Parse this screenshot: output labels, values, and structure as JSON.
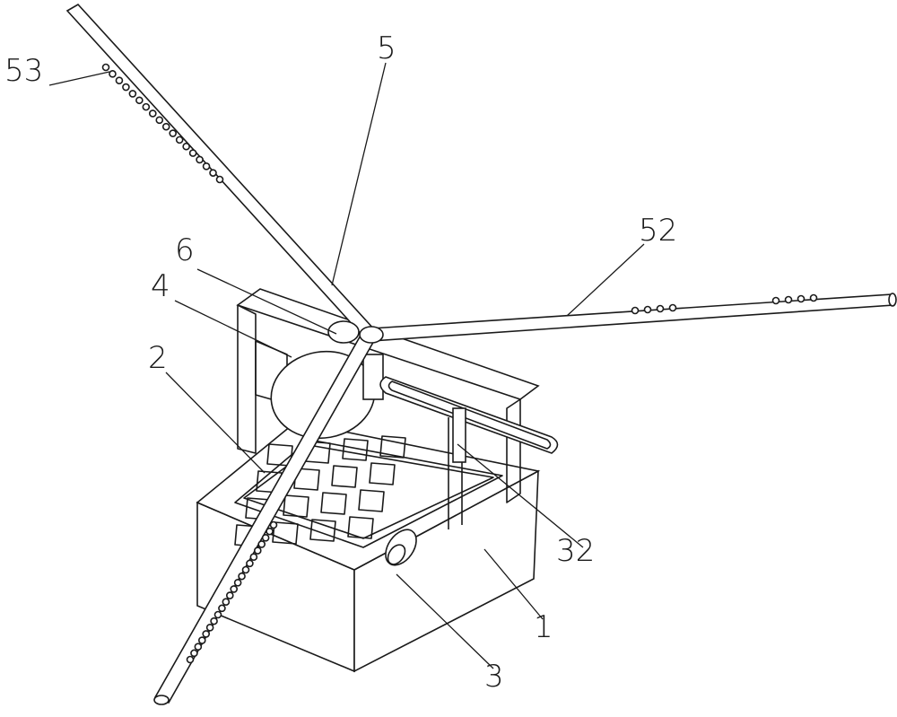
{
  "figure": {
    "labels": [
      "53",
      "5",
      "52",
      "6",
      "4",
      "2",
      "32",
      "1",
      "3"
    ]
  }
}
